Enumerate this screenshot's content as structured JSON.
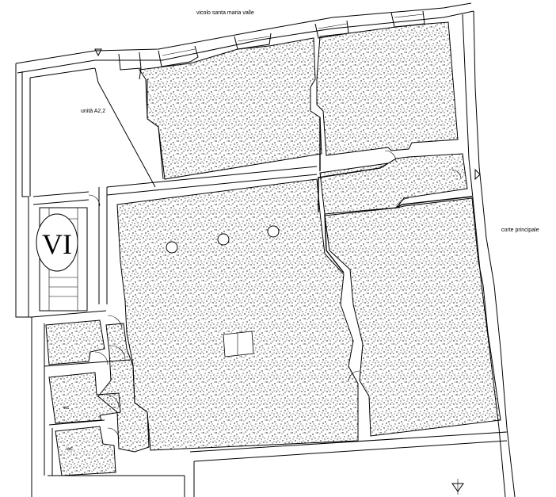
{
  "labels": {
    "street": "vicolo santa maria valle",
    "unit": "unità A2,2",
    "courtyard": "corte principale",
    "wc_upper": "wc",
    "wc_lower": "wc"
  },
  "stair_marker": "VI",
  "colors": {
    "ink": "#000000",
    "paper": "#ffffff",
    "stipple": "#000000"
  }
}
